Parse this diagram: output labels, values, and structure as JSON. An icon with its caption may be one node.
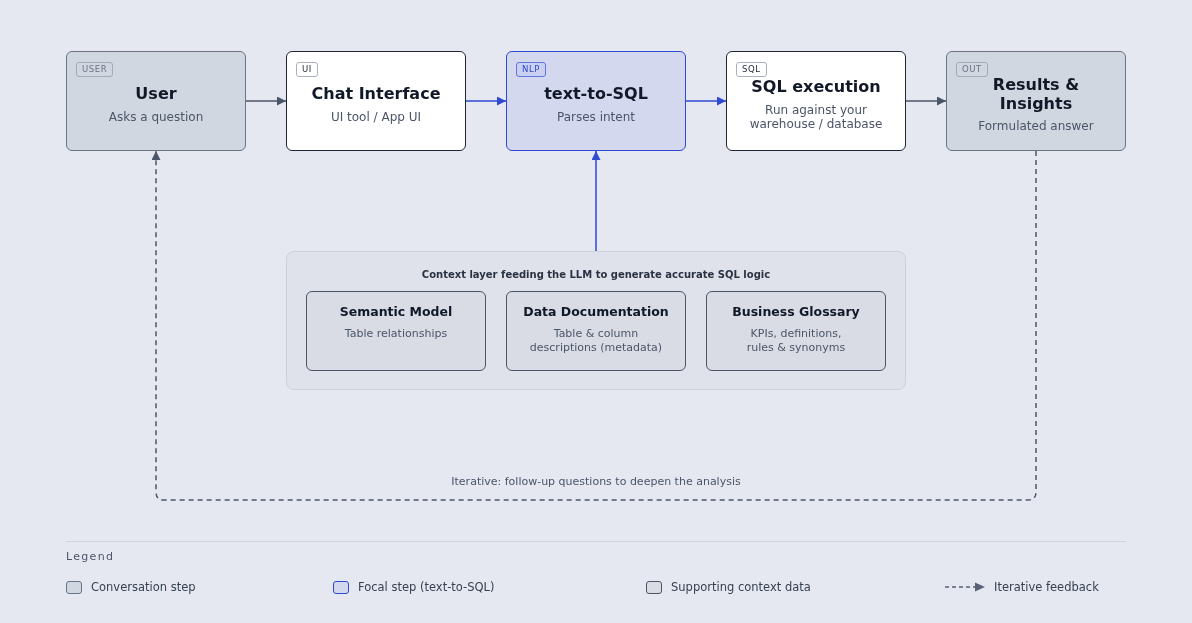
{
  "diagram": {
    "nodes": [
      {
        "text": [
          "USER",
          "User",
          "Asks a question"
        ]
      },
      {
        "text": [
          "UI",
          "Chat Interface",
          "UI tool / App UI"
        ]
      },
      {
        "text": [
          "NLP",
          "text-to-SQL",
          "Parses intent"
        ]
      },
      {
        "text": [
          "SQL",
          "SQL execution",
          "Run against your warehouse / database"
        ]
      },
      {
        "text": [
          "OUT",
          "Results & Insights",
          "Formulated answer"
        ]
      },
      {
        "text": [
          "Context layer feeding the LLM to generate accurate SQL logic"
        ]
      },
      {
        "text": [
          "Semantic Model",
          "Table relationships"
        ],
        "in": 5
      },
      {
        "text": [
          "Data Documentation",
          "Table & column descriptions (metadata)"
        ],
        "in": 5
      },
      {
        "text": [
          "Business Glossary",
          "KPIs, definitions, rules & synonyms"
        ],
        "in": 5
      }
    ],
    "edges": [
      {
        "from": 0,
        "to": 1,
        "arrow": "to"
      },
      {
        "from": 1,
        "to": 2,
        "arrow": "to",
        "color": "#2f49d1"
      },
      {
        "from": 2,
        "to": 3,
        "arrow": "to",
        "color": "#2f49d1"
      },
      {
        "from": 3,
        "to": 4,
        "arrow": "to"
      },
      {
        "from": 5,
        "to": 2,
        "arrow": "to",
        "color": "#2f49d1"
      },
      {
        "from": 4,
        "to": 0,
        "arrow": "to",
        "style": "dashed",
        "label": "Iterative: follow-up questions to deepen the analysis"
      }
    ],
    "labels": [
      "Legend"
    ],
    "legend": [
      {
        "text": "Conversation step",
        "color": "#d1d7e0"
      },
      {
        "text": "Focal step (text-to-SQL)",
        "color": "#d3d8ef"
      },
      {
        "text": "Supporting context data",
        "color": "#d9dce5"
      },
      {
        "text": "Iterative feedback"
      }
    ]
  }
}
